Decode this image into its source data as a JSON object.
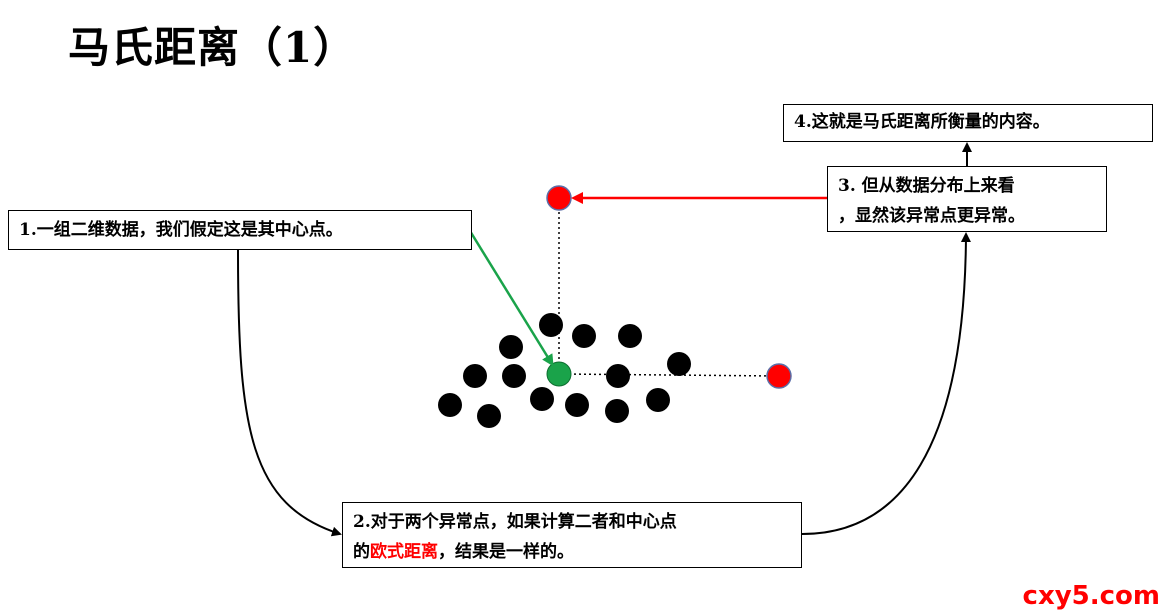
{
  "title": "马氏距离（1）",
  "boxes": {
    "box1": "1.一组二维数据，我们假定这是其中心点。",
    "box2_line1": "2.对于两个异常点，如果计算二者和中心点",
    "box2_line2_pre": "的",
    "box2_line2_highlight": "欧式距离",
    "box2_line2_post": "，结果是一样的。",
    "box3_line1": "3. 但从数据分布上来看",
    "box3_line2": "，显然该异常点更异常。",
    "box4": "4.这就是马氏距离所衡量的内容。"
  },
  "watermark": "cxy5.com",
  "colors": {
    "data_point": "#000000",
    "center_point": "#1aa34a",
    "outlier_point": "#ff0000",
    "outlier_stroke": "#5b6ea8",
    "center_arrow": "#1aa34a",
    "outlier_arrow": "#ff0000",
    "highlight_text": "#ff0000"
  }
}
